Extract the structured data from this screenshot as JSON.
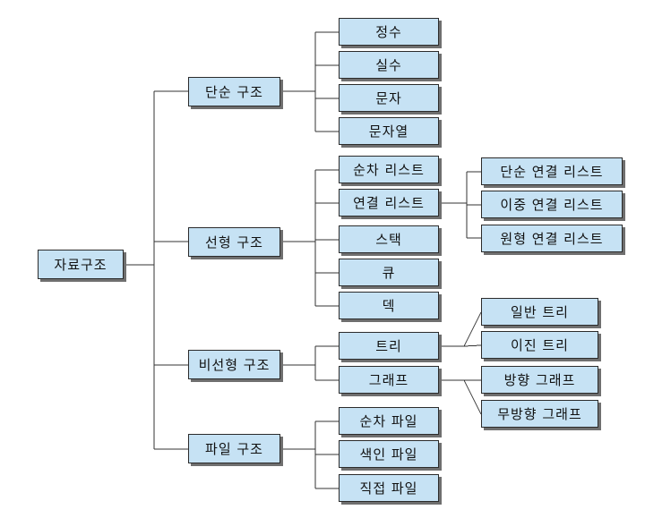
{
  "root": {
    "label": "자료구조"
  },
  "categories": [
    {
      "id": "simple",
      "label": "단순 구조",
      "children": [
        "정수",
        "실수",
        "문자",
        "문자열"
      ]
    },
    {
      "id": "linear",
      "label": "선형 구조",
      "children": [
        "순차 리스트",
        "연결 리스트",
        "스택",
        "큐",
        "덱"
      ],
      "sub": {
        "parent": "연결 리스트",
        "items": [
          "단순 연결 리스트",
          "이중 연결 리스트",
          "원형 연결 리스트"
        ]
      }
    },
    {
      "id": "nonlinear",
      "label": "비선형 구조",
      "children": [
        "트리",
        "그래프"
      ],
      "subs": [
        {
          "parent": "트리",
          "items": [
            "일반 트리",
            "이진 트리"
          ]
        },
        {
          "parent": "그래프",
          "items": [
            "방향 그래프",
            "무방향 그래프"
          ]
        }
      ]
    },
    {
      "id": "file",
      "label": "파일 구조",
      "children": [
        "순차 파일",
        "색인 파일",
        "직접 파일"
      ]
    }
  ],
  "colors": {
    "box_fill": "#c6e2f4",
    "box_border": "#2b2b2b",
    "shadow": "#6f6f6f",
    "line": "#333333"
  }
}
